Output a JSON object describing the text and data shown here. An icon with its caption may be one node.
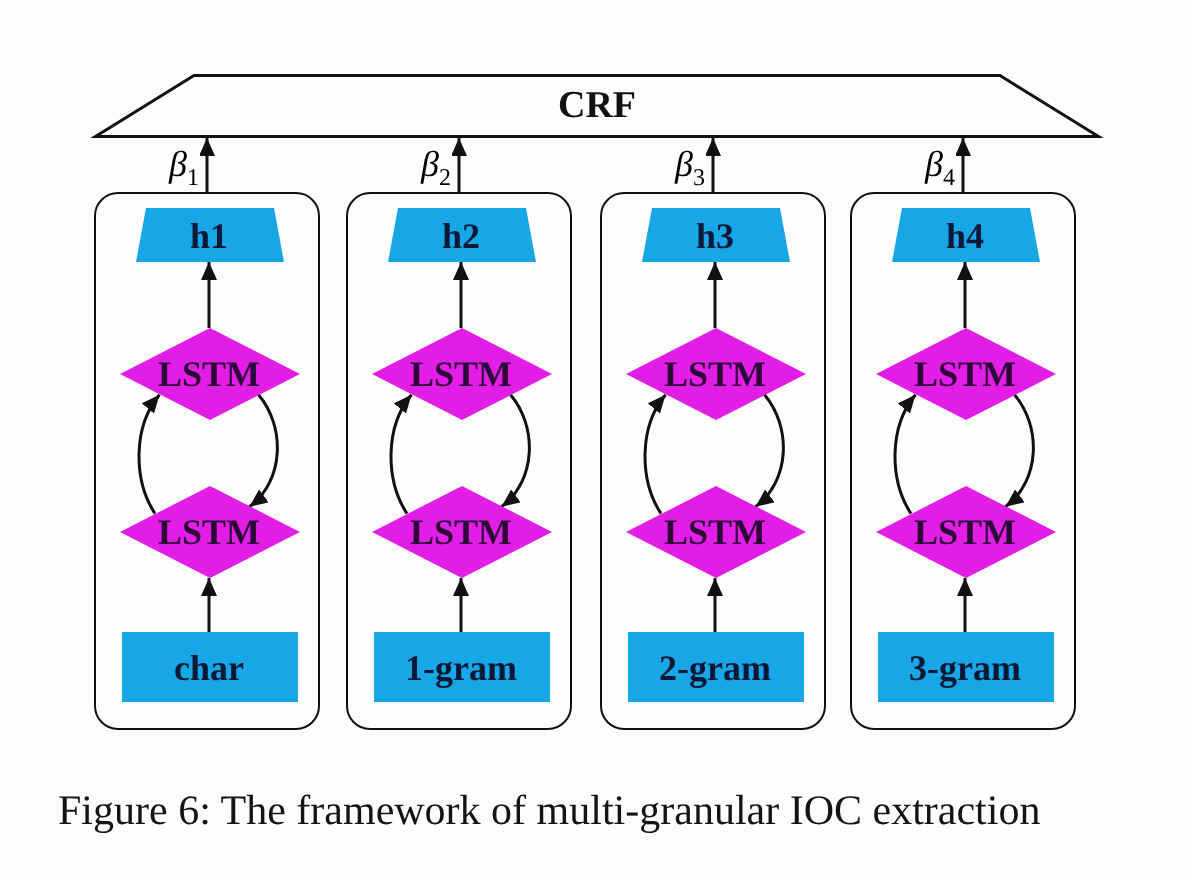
{
  "diagram": {
    "caption": "Figure 6: The framework of multi-granular IOC extraction",
    "nodes": [
      {
        "text": [
          "CRF"
        ]
      },
      {
        "text": [],
        "shape": "box"
      },
      {
        "text": [
          "h1"
        ],
        "in": 1
      },
      {
        "text": [
          "LSTM"
        ],
        "in": 1
      },
      {
        "text": [
          "LSTM"
        ],
        "in": 1
      },
      {
        "text": [
          "char"
        ],
        "in": 1
      },
      {
        "text": [],
        "shape": "box"
      },
      {
        "text": [
          "h2"
        ],
        "in": 6
      },
      {
        "text": [
          "LSTM"
        ],
        "in": 6
      },
      {
        "text": [
          "LSTM"
        ],
        "in": 6
      },
      {
        "text": [
          "1-gram"
        ],
        "in": 6
      },
      {
        "text": [],
        "shape": "box"
      },
      {
        "text": [
          "h3"
        ],
        "in": 11
      },
      {
        "text": [
          "LSTM"
        ],
        "in": 11
      },
      {
        "text": [
          "LSTM"
        ],
        "in": 11
      },
      {
        "text": [
          "2-gram"
        ],
        "in": 11
      },
      {
        "text": [],
        "shape": "box"
      },
      {
        "text": [
          "h4"
        ],
        "in": 16
      },
      {
        "text": [
          "LSTM"
        ],
        "in": 16
      },
      {
        "text": [
          "LSTM"
        ],
        "in": 16
      },
      {
        "text": [
          "3-gram"
        ],
        "in": 16
      }
    ],
    "edges": [
      {
        "from": 5,
        "to": 4,
        "arrow": "to"
      },
      {
        "from": 4,
        "to": 3,
        "arrow": "to"
      },
      {
        "from": 3,
        "to": 4,
        "arrow": "to"
      },
      {
        "from": 3,
        "to": 2,
        "arrow": "to"
      },
      {
        "from": 1,
        "to": 0,
        "arrow": "to",
        "label": "β$_{1}$"
      },
      {
        "from": 10,
        "to": 9,
        "arrow": "to"
      },
      {
        "from": 9,
        "to": 8,
        "arrow": "to"
      },
      {
        "from": 8,
        "to": 9,
        "arrow": "to"
      },
      {
        "from": 8,
        "to": 7,
        "arrow": "to"
      },
      {
        "from": 6,
        "to": 0,
        "arrow": "to",
        "label": "β$_{2}$"
      },
      {
        "from": 15,
        "to": 14,
        "arrow": "to"
      },
      {
        "from": 14,
        "to": 13,
        "arrow": "to"
      },
      {
        "from": 13,
        "to": 14,
        "arrow": "to"
      },
      {
        "from": 13,
        "to": 12,
        "arrow": "to"
      },
      {
        "from": 11,
        "to": 0,
        "arrow": "to",
        "label": "β$_{3}$"
      },
      {
        "from": 20,
        "to": 19,
        "arrow": "to"
      },
      {
        "from": 19,
        "to": 18,
        "arrow": "to"
      },
      {
        "from": 18,
        "to": 19,
        "arrow": "to"
      },
      {
        "from": 18,
        "to": 17,
        "arrow": "to"
      },
      {
        "from": 16,
        "to": 0,
        "arrow": "to",
        "label": "β$_{4}$"
      }
    ]
  }
}
